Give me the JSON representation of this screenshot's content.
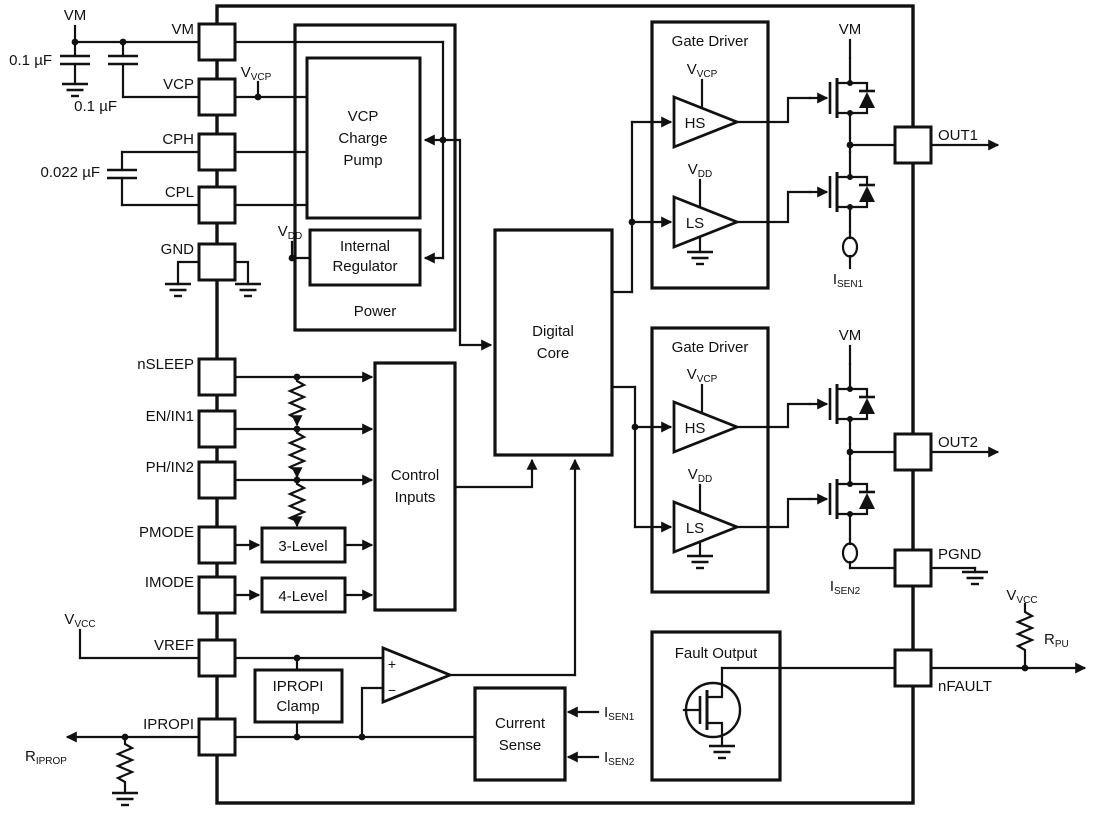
{
  "chip": {
    "pins_left": [
      "VM",
      "VCP",
      "CPH",
      "CPL",
      "GND",
      "nSLEEP",
      "EN/IN1",
      "PH/IN2",
      "PMODE",
      "IMODE",
      "VREF",
      "IPROPI"
    ],
    "pins_right": [
      "OUT1",
      "OUT2",
      "PGND",
      "nFAULT"
    ]
  },
  "blocks": {
    "power": "Power",
    "charge_pump": [
      "VCP",
      "Charge",
      "Pump"
    ],
    "regulator": [
      "Internal",
      "Regulator"
    ],
    "digital_core": [
      "Digital",
      "Core"
    ],
    "control_inputs": [
      "Control",
      "Inputs"
    ],
    "three_level": "3-Level",
    "four_level": "4-Level",
    "ipropi_clamp": [
      "IPROPI",
      "Clamp"
    ],
    "current_sense": [
      "Current",
      "Sense"
    ],
    "fault_output": "Fault Output",
    "gate_driver": "Gate Driver",
    "hs_driver": "HS",
    "ls_driver": "LS"
  },
  "labels": {
    "vm": "VM",
    "cap_01": "0.1 µF",
    "cap_022": "0.022 µF",
    "v_base": "V",
    "i_base": "I",
    "r_base": "R",
    "sub_vcp": "VCP",
    "sub_dd": "DD",
    "sub_vcc": "VCC",
    "sub_sen1": "SEN1",
    "sub_sen2": "SEN2",
    "sub_pu": "PU",
    "sub_iprop": "IPROP",
    "plus": "+",
    "minus": "−"
  },
  "colors": {
    "ink": "#111111",
    "background": "#ffffff"
  }
}
